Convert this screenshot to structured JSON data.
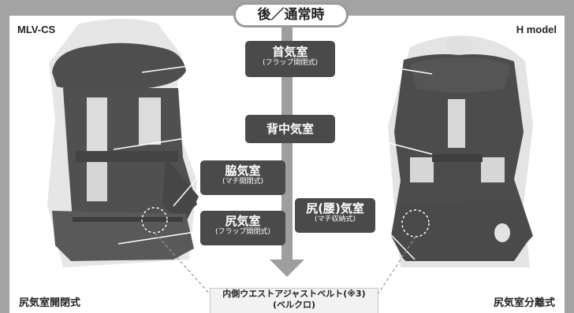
{
  "header": {
    "title": "後／通常時"
  },
  "corners": {
    "top_left": "MLV-CS",
    "top_right": "H model",
    "bottom_left": "尻気室開閉式",
    "bottom_right": "尻気室分離式"
  },
  "callouts": {
    "neck": {
      "title": "首気室",
      "sub": "(フラップ開閉式)"
    },
    "back": {
      "title": "背中気室",
      "sub": ""
    },
    "side": {
      "title": "脇気室",
      "sub": "(マチ開閉式)"
    },
    "hip_left": {
      "title": "尻気室",
      "sub": "(フラップ開閉式)"
    },
    "hip_right": {
      "title": "尻(腰)気室",
      "sub": "(マチ収納式)"
    }
  },
  "bottom": {
    "line1": "内側ウエストアジャストベルト(※3)",
    "line2": "(ベルクロ)"
  },
  "colors": {
    "frame": "#a0a0a0",
    "callout": "#4a4a4a",
    "vest": "#4d4d4d"
  }
}
